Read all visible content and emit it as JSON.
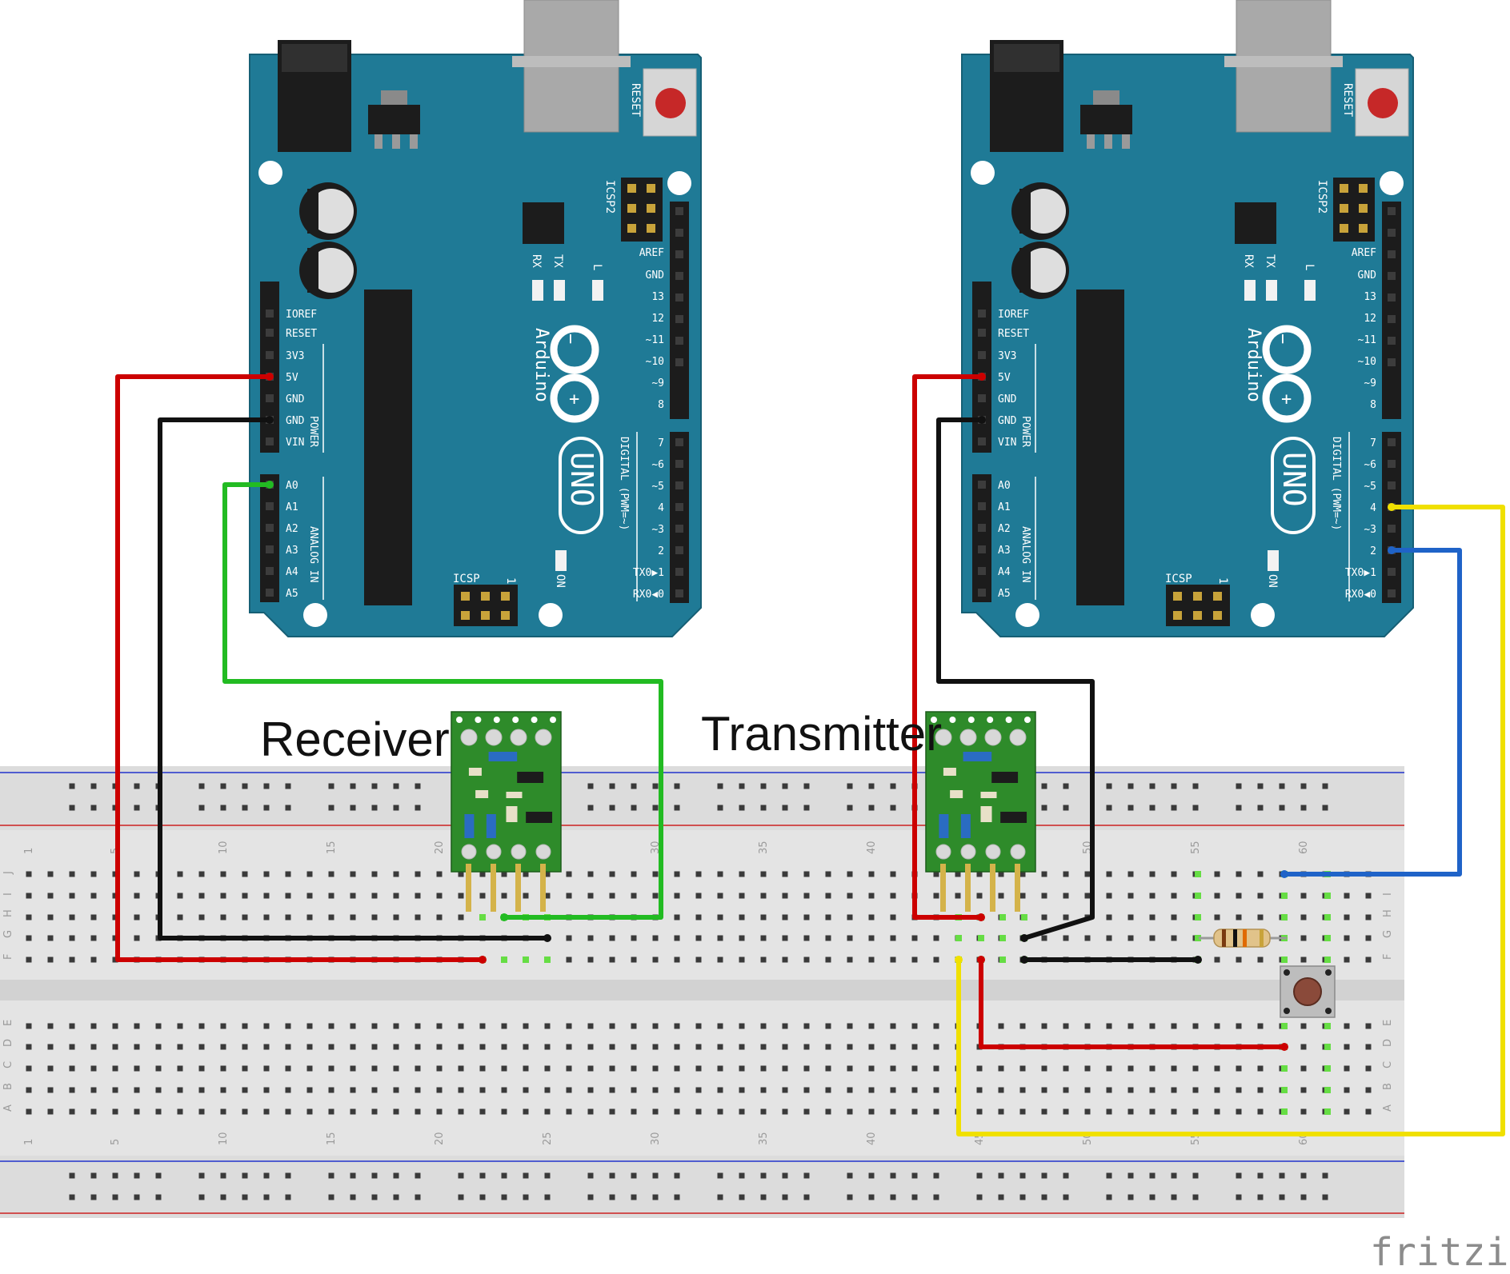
{
  "labels": {
    "receiver": "Receiver",
    "transmitter": "Transmitter",
    "watermark": "fritzing"
  },
  "arduino": {
    "reset_label": "RESET",
    "icsp2_label": "ICSP2",
    "icsp_label": "ICSP",
    "icsp_pin1": "1",
    "rx_label": "RX",
    "tx_label": "TX",
    "l_label": "L",
    "on_label": "ON",
    "brand": "Arduino",
    "model": "UNO",
    "digital_label": "DIGITAL (PWM=~)",
    "power_label": "POWER",
    "analog_label": "ANALOG IN",
    "power_pins": [
      "IOREF",
      "RESET",
      "3V3",
      "5V",
      "GND",
      "GND",
      "VIN"
    ],
    "analog_pins": [
      "A0",
      "A1",
      "A2",
      "A3",
      "A4",
      "A5"
    ],
    "digital_upper": [
      "AREF",
      "GND",
      "13",
      "12",
      "~11",
      "~10",
      "~9",
      "8"
    ],
    "digital_lower": [
      "7",
      "~6",
      "~5",
      "4",
      "~3",
      "2",
      "TX0▶1",
      "RX0◀0"
    ]
  },
  "breadboard": {
    "column_numbers": [
      "1",
      "5",
      "10",
      "15",
      "20",
      "25",
      "30",
      "35",
      "40",
      "45",
      "50",
      "55",
      "60"
    ],
    "top_row_letters": [
      "J",
      "I",
      "H",
      "G",
      "F"
    ],
    "bottom_row_letters": [
      "E",
      "D",
      "C",
      "B",
      "A"
    ]
  },
  "wire_colors": {
    "power": "#cc0000",
    "ground": "#111111",
    "data_rx": "#22bb22",
    "data_tx": "#f0e000",
    "button": "#1f63c8"
  },
  "colors": {
    "board": "#1f7a96",
    "module": "#2e8b2a",
    "breadboard": "#e0e0e0"
  }
}
